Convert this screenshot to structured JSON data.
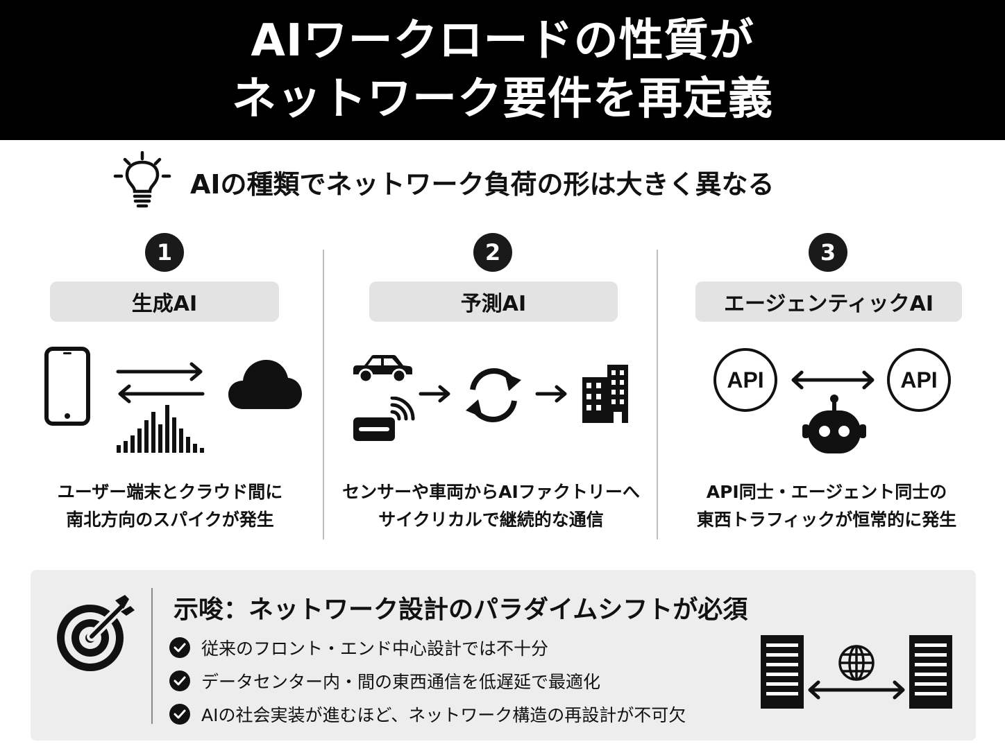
{
  "header": {
    "line1": "AIワークロードの性質が",
    "line2": "ネットワーク要件を再定義"
  },
  "subtitle": {
    "icon": "lightbulb-icon",
    "text": "AIの種類でネットワーク負荷の形は大きく異なる"
  },
  "columns": [
    {
      "number": "1",
      "label": "生成AI",
      "icons": [
        "smartphone-icon",
        "bidirectional-arrows-icon",
        "cloud-icon",
        "traffic-spike-icon"
      ],
      "desc_line1": "ユーザー端末とクラウド間に",
      "desc_line2": "南北方向のスパイクが発生"
    },
    {
      "number": "2",
      "label": "予測AI",
      "icons": [
        "car-icon",
        "sensor-icon",
        "arrow-right-icon",
        "cycle-icon",
        "building-icon"
      ],
      "desc_line1": "センサーや車両からAIファクトリーへ",
      "desc_line2": "サイクリカルで継続的な通信"
    },
    {
      "number": "3",
      "label": "エージェンティックAI",
      "api_left": "API",
      "api_right": "API",
      "icons": [
        "double-arrow-icon",
        "robot-icon"
      ],
      "desc_line1": "API同士・エージェント同士の",
      "desc_line2": "東西トラフィックが恒常的に発生"
    }
  ],
  "implication": {
    "icon": "target-icon",
    "heading": "示唆：ネットワーク設計のパラダイムシフトが必須",
    "bullets": [
      "従来のフロント・エンド中心設計では不十分",
      "データセンター内・間の東西通信を低遅延で最適化",
      "AIの社会実装が進むほど、ネットワーク構造の再設計が不可欠"
    ],
    "illustration_icons": [
      "server-icon",
      "globe-icon",
      "double-arrow-icon",
      "server-icon"
    ]
  },
  "colors": {
    "header_bg": "#000000",
    "pill_bg": "#e3e3e3",
    "panel_bg": "#ededed",
    "ink": "#111111"
  }
}
